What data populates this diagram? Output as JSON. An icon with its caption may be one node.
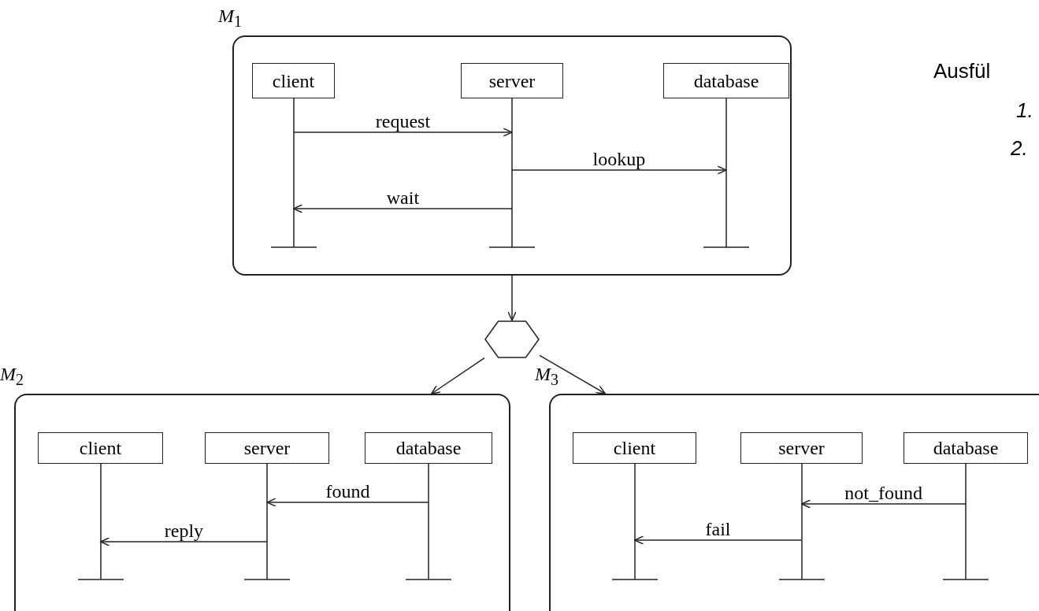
{
  "diagram": {
    "nodes": [
      {
        "text": [
          "*M*$_{1}$"
        ]
      },
      {
        "text": [
          "client"
        ],
        "in": 0
      },
      {
        "text": [
          "server"
        ],
        "in": 0
      },
      {
        "text": [
          "database"
        ],
        "in": 0
      },
      {
        "text": [],
        "shape": "hexagon"
      },
      {
        "text": [
          "*M*$_{2}$"
        ]
      },
      {
        "text": [
          "client"
        ],
        "in": 5
      },
      {
        "text": [
          "server"
        ],
        "in": 5
      },
      {
        "text": [
          "database"
        ],
        "in": 5
      },
      {
        "text": [
          "*M*$_{3}$"
        ]
      },
      {
        "text": [
          "client"
        ],
        "in": 9
      },
      {
        "text": [
          "server"
        ],
        "in": 9
      },
      {
        "text": [
          "database"
        ],
        "in": 9
      }
    ],
    "edges": [
      {
        "from": 1,
        "to": 2,
        "arrow": "to",
        "label": "request"
      },
      {
        "from": 2,
        "to": 3,
        "arrow": "to",
        "label": "lookup"
      },
      {
        "from": 2,
        "to": 1,
        "arrow": "to",
        "label": "wait"
      },
      {
        "from": 0,
        "to": 4,
        "arrow": "to"
      },
      {
        "from": 4,
        "to": 5,
        "arrow": "to"
      },
      {
        "from": 4,
        "to": 9,
        "arrow": "to"
      },
      {
        "from": 8,
        "to": 7,
        "arrow": "to",
        "label": "found"
      },
      {
        "from": 7,
        "to": 6,
        "arrow": "to",
        "label": "reply"
      },
      {
        "from": 12,
        "to": 11,
        "arrow": "to",
        "label": "not_found"
      },
      {
        "from": 11,
        "to": 10,
        "arrow": "to",
        "label": "fail"
      }
    ],
    "labels": [
      "Ausfül",
      "1.",
      "2."
    ]
  }
}
